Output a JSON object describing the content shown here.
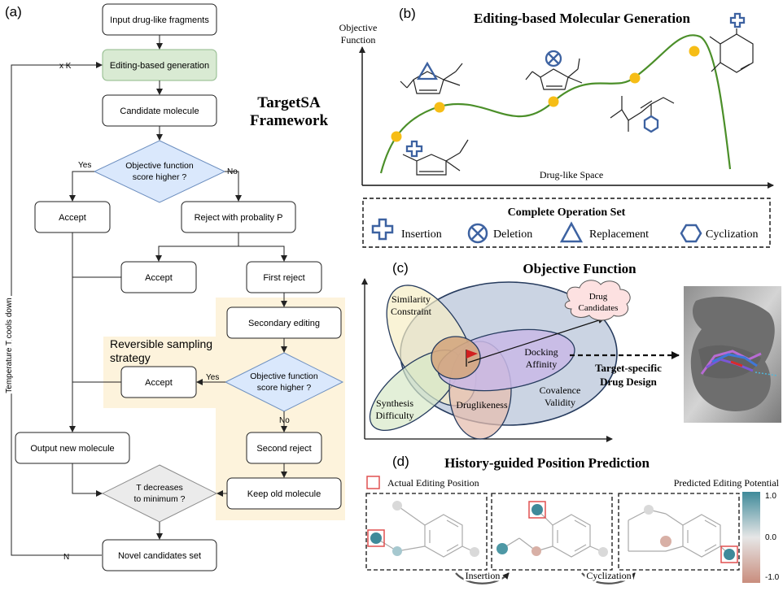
{
  "panels": {
    "a": "(a)",
    "b": "(b)",
    "c": "(c)",
    "d": "(d)"
  },
  "panel_a": {
    "title_line1": "TargetSA",
    "title_line2": "Framework",
    "nodes": {
      "input": "Input drug-like fragments",
      "editing": "Editing-based generation",
      "candidate": "Candidate  molecule",
      "decision1_line1": "Objective function",
      "decision1_line2": "score higher ?",
      "accept1": "Accept",
      "reject_prob": "Reject with probality P",
      "accept2": "Accept",
      "first_reject": "First reject",
      "secondary_editing": "Secondary editing",
      "decision2_line1": "Objective function",
      "decision2_line2": "score higher ?",
      "accept3": "Accept",
      "second_reject": "Second reject",
      "output_new": "Output new molecule",
      "keep_old": "Keep old molecule",
      "decision3_line1": "T decreases",
      "decision3_line2": "to minimum ?",
      "novel_set": "Novel candidates set"
    },
    "edge_labels": {
      "yes1": "Yes",
      "no1": "No",
      "yes2": "Yes",
      "no2": "No",
      "n": "N",
      "xk": "x K"
    },
    "reversible_line1": "Reversible sampling",
    "reversible_line2": "strategy",
    "cooling_label": "Temperature T cools down",
    "colors": {
      "editing_fill": "#d9ead3",
      "diamond_fill": "#dae8fc",
      "gray_diamond_fill": "#ebebeb",
      "reversible_bg": "#fdf3dc"
    }
  },
  "panel_b": {
    "title": "Editing-based Molecular Generation",
    "ylabel_line1": "Objective",
    "ylabel_line2": "Function",
    "xlabel": "Drug-like Space",
    "curve_color": "#4b8f29",
    "point_color": "#f6bd16",
    "operation_set_title": "Complete Operation Set",
    "operations": [
      {
        "label": "Insertion",
        "icon": "plus-icon"
      },
      {
        "label": "Deletion",
        "icon": "circled-x-icon"
      },
      {
        "label": "Replacement",
        "icon": "triangle-icon"
      },
      {
        "label": "Cyclization",
        "icon": "hexagon-icon"
      }
    ],
    "icon_color": "#3d62a1"
  },
  "panel_c": {
    "title": "Objective Function",
    "ellipses": {
      "similarity_line1": "Similarity",
      "similarity_line2": "Constraint",
      "synthesis_line1": "Synthesis",
      "synthesis_line2": "Difficulty",
      "druglikeness": "Druglikeness",
      "docking_line1": "Docking",
      "docking_line2": "Affinity",
      "covalence_line1": "Covalence",
      "covalence_line2": "Validity"
    },
    "cloud_line1": "Drug",
    "cloud_line2": "Candidates",
    "target_line1": "Target-specific",
    "target_line2": "Drug Design"
  },
  "panel_d": {
    "title": "History-guided Position Prediction",
    "actual_label": "Actual Editing Position",
    "predicted_label": "Predicted Editing Potential",
    "colorbar_ticks": [
      "1.0",
      "0.0",
      "-1.0"
    ],
    "transitions": [
      "Insertion",
      "Cyclization"
    ],
    "colorbar_top": "#3f8a9a",
    "colorbar_mid": "#e6e6e6",
    "colorbar_bottom": "#c98d7d"
  }
}
